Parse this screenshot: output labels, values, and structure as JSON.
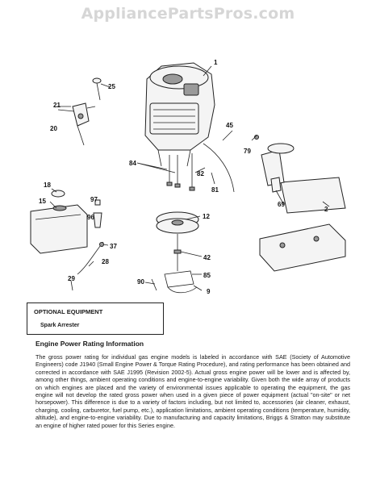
{
  "watermark": "AppliancePartsPros.com",
  "callouts": {
    "c1": "1",
    "c2": "2",
    "c9": "9",
    "c12": "12",
    "c15": "15",
    "c18": "18",
    "c20": "20",
    "c21": "21",
    "c25": "25",
    "c28": "28",
    "c29": "29",
    "c37": "37",
    "c42": "42",
    "c45": "45",
    "c69": "69",
    "c79": "79",
    "c81": "81",
    "c82": "82",
    "c84": "84",
    "c85": "85",
    "c90": "90",
    "c96": "96",
    "c97": "97"
  },
  "optional_equipment": {
    "title": "OPTIONAL EQUIPMENT",
    "item": "Spark Arrester"
  },
  "rating_info": {
    "heading": "Engine Power Rating Information",
    "body": "The gross power rating for individual gas engine models is labeled in accordance with SAE (Society of Automotive Engineers) code J1940 (Small Engine Power & Torque Rating Procedure), and rating performance has been obtained and corrected in accordance with SAE J1995 (Revision 2002-5). Actual gross engine power will be lower and is affected by, among other things, ambient operating conditions and engine-to-engine variability. Given both the wide array of products on which engines are placed and the variety of environmental issues applicable to operating the equipment, the gas engine will not develop the rated gross power when used in a given piece of power equipment (actual \"on-site\" or net horsepower). This difference is due to a variety of factors including, but not limited to, accessories (air cleaner, exhaust, charging, cooling, carburetor, fuel pump, etc.), application limitations, ambient operating conditions (temperature, humidity, altitude), and engine-to-engine variability. Due to manufacturing and capacity limitations, Briggs & Stratton may substitute an engine of higher rated power for this Series engine."
  }
}
